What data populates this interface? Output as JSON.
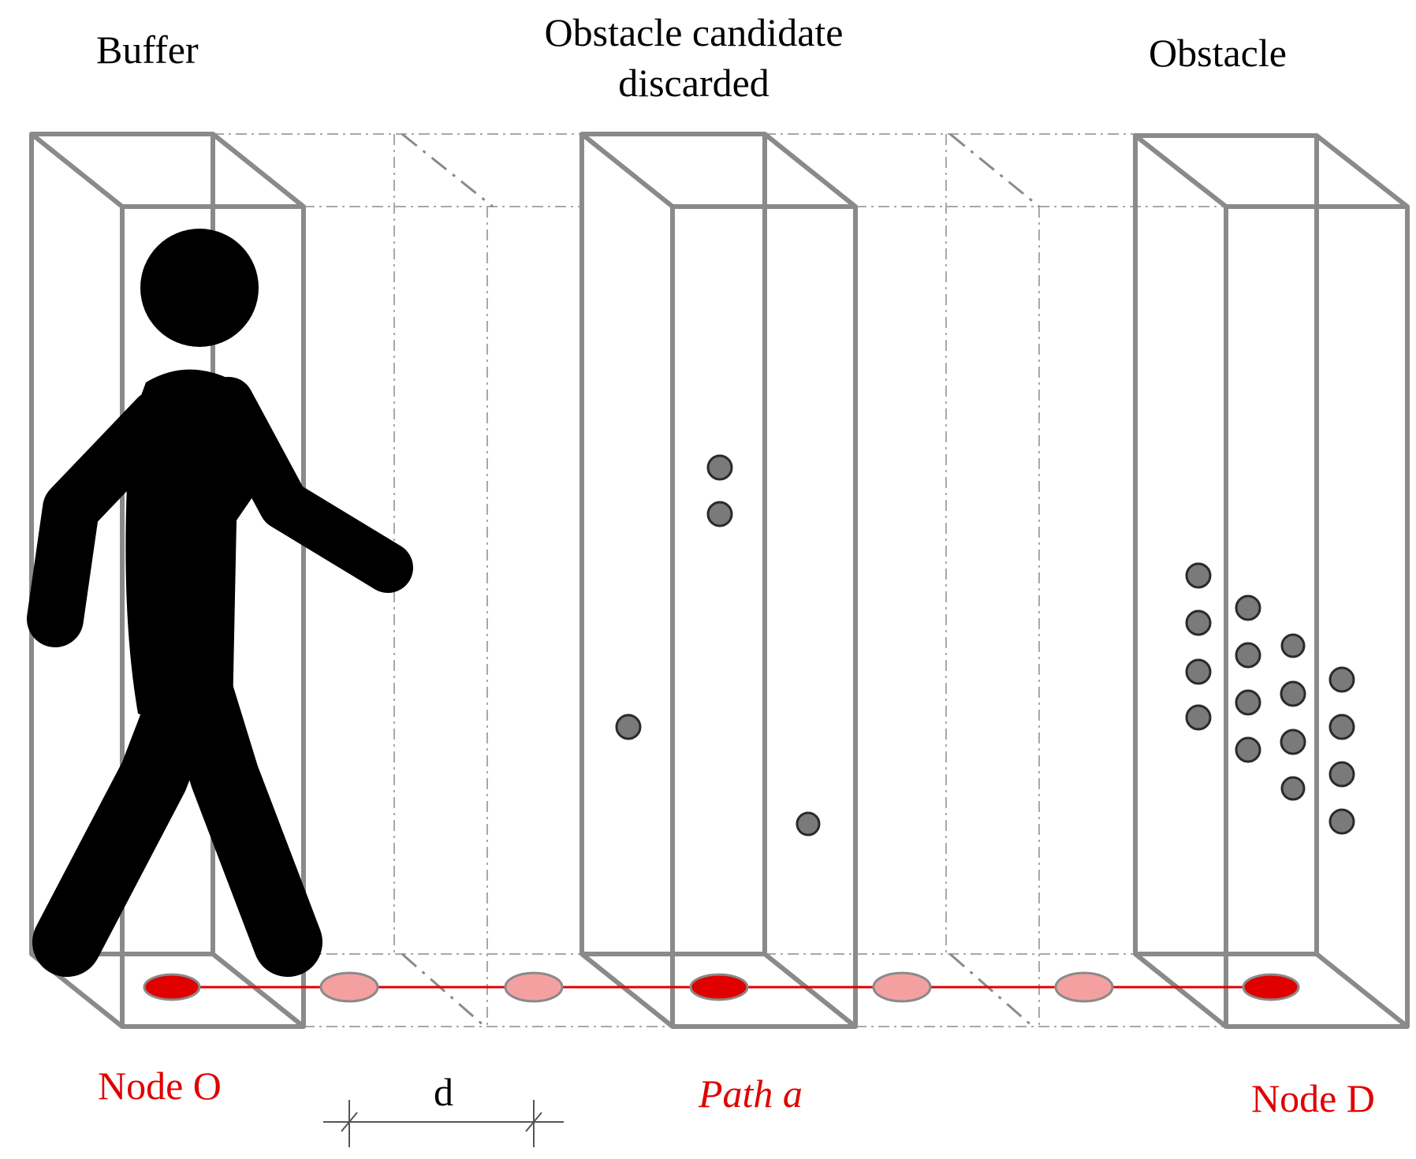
{
  "labels": {
    "buffer": "Buffer",
    "candidate_line1": "Obstacle candidate",
    "candidate_line2": "discarded",
    "obstacle": "Obstacle",
    "node_o": "Node O",
    "path_a": "Path a",
    "node_d": "Node D",
    "spacing": "d"
  },
  "colors": {
    "box_stroke": "#8a8a8a",
    "dashed_stroke": "#a0a0a0",
    "node_dark": "#e00000",
    "node_light": "#f5a0a0",
    "path_line": "#e00000",
    "point_fill": "#7a7a7a",
    "figure": "#000000",
    "label_red": "#e00000"
  },
  "icons": [
    "pedestrian-icon"
  ]
}
